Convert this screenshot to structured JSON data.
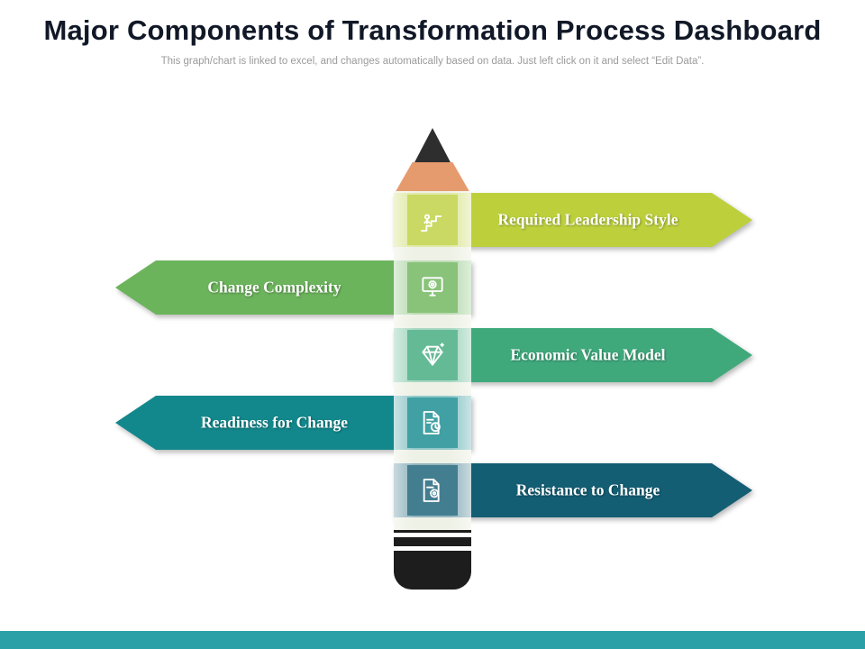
{
  "slide": {
    "title": "Major Components of Transformation Process Dashboard",
    "subtitle": "This graph/chart is linked to excel, and changes automatically based on data. Just left click on it and select “Edit Data”."
  },
  "banners": [
    {
      "label": "Required Leadership Style",
      "direction": "right",
      "color": "#bdd03c",
      "pencil_tint": "#dee79d",
      "icon_square_color": "#cad963",
      "icon": "leadership-icon"
    },
    {
      "label": "Change Complexity",
      "direction": "left",
      "color": "#6cb45c",
      "pencil_tint": "#b5d9ad",
      "icon_square_color": "#89c279",
      "icon": "monitor-gear-icon"
    },
    {
      "label": "Economic Value Model",
      "direction": "right",
      "color": "#3fa97c",
      "pencil_tint": "#9fd4bd",
      "icon_square_color": "#65ba96",
      "icon": "diamond-icon"
    },
    {
      "label": "Readiness for Change",
      "direction": "left",
      "color": "#12888c",
      "pencil_tint": "#88c3c5",
      "icon_square_color": "#41a0a3",
      "icon": "document-clock-icon"
    },
    {
      "label": "Resistance to Change",
      "direction": "right",
      "color": "#145e74",
      "pencil_tint": "#89aeb9",
      "icon_square_color": "#437e90",
      "icon": "document-gear-icon"
    }
  ],
  "pencil": {
    "tip_color": "#2e2e2e",
    "wood_color": "#e59b6d",
    "body_color": "#edf0e4",
    "hardware_color": "#1d1d1d"
  },
  "footer": {
    "color": "#2ba0a6"
  }
}
